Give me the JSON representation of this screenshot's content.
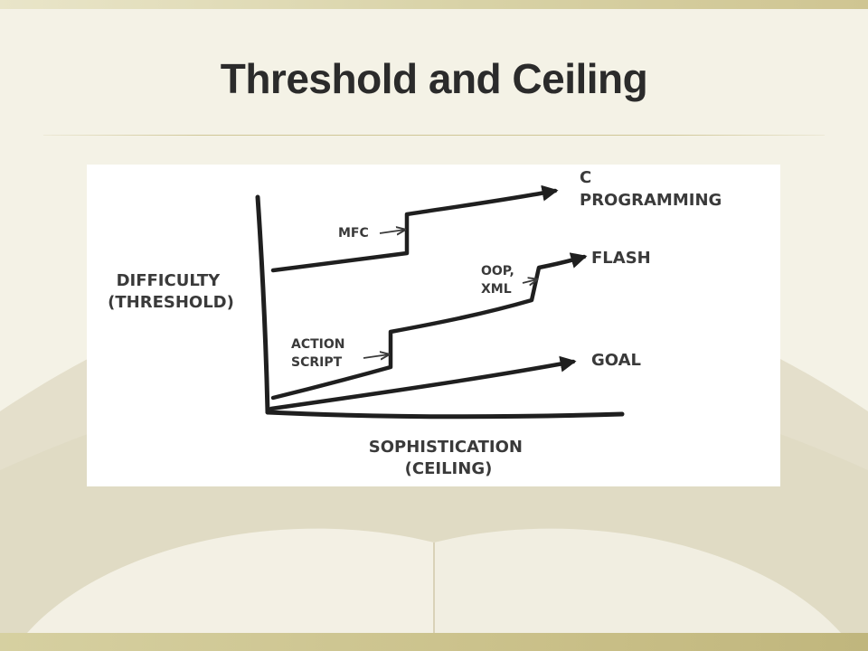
{
  "slide": {
    "title": "Threshold and Ceiling"
  },
  "diagram": {
    "y_axis_label": [
      "DIFFICULTY",
      "(THRESHOLD)"
    ],
    "x_axis_label": [
      "SOPHISTICATION",
      "(CEILING)"
    ],
    "paths": [
      {
        "endpoint_label": [
          "C",
          "PROGRAMMING"
        ],
        "step_label": [
          "MFC"
        ]
      },
      {
        "endpoint_label": [
          "FLASH"
        ],
        "step_labels": [
          [
            "ACTION",
            "SCRIPT"
          ],
          [
            "OOP,",
            "XML"
          ]
        ]
      },
      {
        "endpoint_label": [
          "GOAL"
        ]
      }
    ]
  },
  "colors": {
    "ink": "#1f1f1f",
    "label": "#3a3a3a",
    "background": "#f4f2e6",
    "title": "#2b2b2b"
  }
}
